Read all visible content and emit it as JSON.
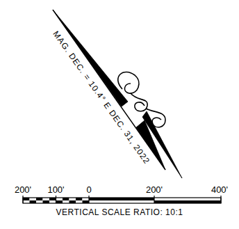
{
  "diagram": {
    "labels": [
      "MAG. DEC. = 10.4° E DEC. 31, 2022",
      "200'",
      "100'",
      "0",
      "200'",
      "400'",
      "VERTICAL SCALE RATIO: 10:1"
    ]
  }
}
